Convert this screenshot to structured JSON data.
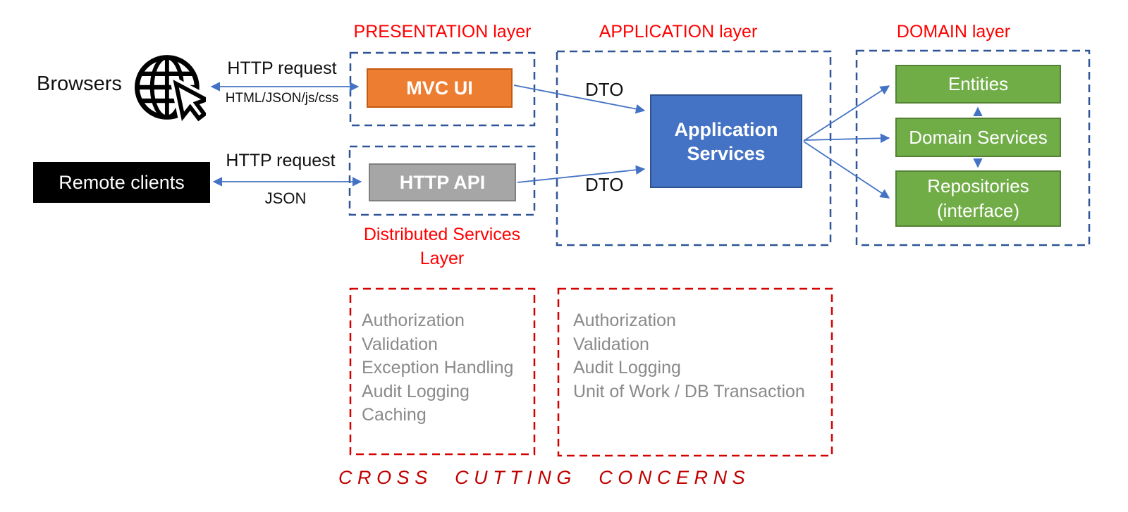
{
  "icons": {
    "browsers": "globe-cursor-icon"
  },
  "colors": {
    "layer_title_red": "#FF0000",
    "dashed_blue_border": "#2F5597",
    "dashed_red_border": "#D40000",
    "cross_cutting_red": "#C00000",
    "arrow_blue": "#4472C4",
    "mvc_ui_fill": "#ED7D31",
    "mvc_ui_border": "#C55A11",
    "http_api_fill": "#A6A6A6",
    "http_api_border": "#7F7F7F",
    "application_services_fill": "#4472C4",
    "application_services_border": "#2F528F",
    "domain_green_fill": "#70AD47",
    "domain_green_border": "#548235",
    "list_text_gray": "#8A8A8A",
    "remote_clients_fill": "#000000"
  },
  "titles": {
    "presentation": "PRESENTATION layer",
    "application": "APPLICATION layer",
    "domain": "DOMAIN layer",
    "distributed_services": "Distributed Services Layer",
    "cross_cutting": "CROSS CUTTING CONCERNS"
  },
  "clients": {
    "browsers_label": "Browsers",
    "remote_clients_label": "Remote clients"
  },
  "connections": {
    "browser_arrow_top_label": "HTTP request",
    "browser_arrow_bottom_label": "HTML/JSON/js/css",
    "remote_arrow_top_label": "HTTP request",
    "remote_arrow_bottom_label": "JSON",
    "dto_top": "DTO",
    "dto_bottom": "DTO"
  },
  "boxes": {
    "mvc_ui": "MVC UI",
    "http_api": "HTTP API",
    "application_services": "Application Services",
    "entities": "Entities",
    "domain_services": "Domain Services",
    "repositories": "Repositories (interface)"
  },
  "cross_cutting_lists": {
    "distributed": [
      "Authorization",
      "Validation",
      "Exception Handling",
      "Audit Logging",
      "Caching"
    ],
    "application": [
      "Authorization",
      "Validation",
      "Audit Logging",
      "Unit of Work / DB Transaction"
    ]
  }
}
